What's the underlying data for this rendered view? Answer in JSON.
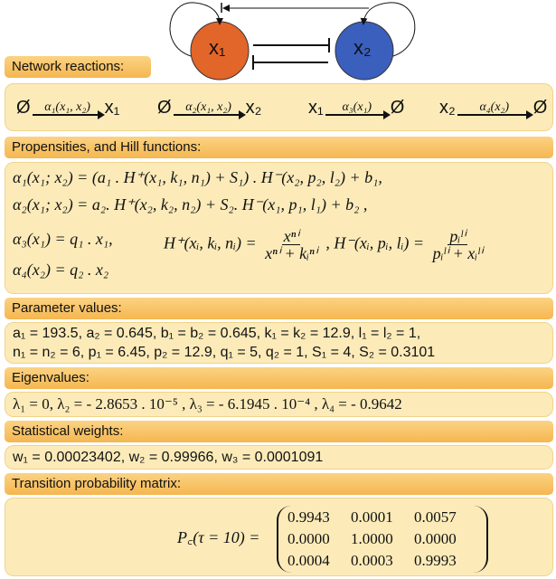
{
  "diagram": {
    "node1": "x₁",
    "node2": "x₂",
    "node1_color": "#e2652a",
    "node2_color": "#3a5fbd"
  },
  "reactions": {
    "header": "Network reactions:",
    "items": [
      {
        "from": "Ø",
        "rate": "α₁(x₁, x₂)",
        "to": "x₁"
      },
      {
        "from": "Ø",
        "rate": "α₂(x₁, x₂)",
        "to": "x₂"
      },
      {
        "from": "x₁",
        "rate": "α₃(x₁)",
        "to": "Ø"
      },
      {
        "from": "x₂",
        "rate": "α₄(x₂)",
        "to": "Ø"
      }
    ]
  },
  "propensities": {
    "header": "Propensities, and Hill functions:",
    "lines": [
      "α₁(x₁; x₂) = (a₁ . H⁺(x₁, k₁, n₁) + S₁) . H⁻(x₂, p₂, l₂) + b₁,",
      "α₂(x₁; x₂) = a₂. H⁺(x₂, k₂, n₂) + S₂. H⁻(x₁, p₁, l₁) + b₂ ,",
      "α₃(x₁) = q₁ . x₁,",
      "α₄(x₂) = q₂ . x₂"
    ],
    "hill_plus_lhs": "H⁺(xᵢ, kᵢ, nᵢ) =",
    "hill_plus_num": "xⁿⁱ",
    "hill_plus_den": "xⁿⁱ + kᵢⁿⁱ",
    "hill_minus_lhs": ", H⁻(xᵢ, pᵢ, lᵢ) =",
    "hill_minus_num": "pᵢˡⁱ",
    "hill_minus_den": "pᵢˡⁱ + xᵢˡⁱ"
  },
  "parameters": {
    "header": "Parameter values:",
    "lines": [
      "a₁ = 193.5,  a₂ = 0.645,  b₁ = b₂ = 0.645,  k₁ = k₂ = 12.9,  l₁ = l₂ = 1,",
      "n₁ = n₂ = 6,  p₁ = 6.45,  p₂ = 12.9,  q₁ = 5,  q₂ = 1,  S₁ = 4,  S₂ = 0.3101"
    ]
  },
  "eigenvalues": {
    "header": "Eigenvalues:",
    "text": "λ₁ = 0,  λ₂ = - 2.8653 . 10⁻⁵ ,  λ₃ = - 6.1945 . 10⁻⁴ ,  λ₄ = - 0.9642"
  },
  "weights": {
    "header": "Statistical weights:",
    "text": "w₁ = 0.00023402,  w₂ = 0.99966,  w₃ = 0.0001091"
  },
  "transition": {
    "header": "Transition probability matrix:",
    "lhs": "P꜀(τ = 10) =",
    "matrix": [
      [
        "0.9943",
        "0.0001",
        "0.0057"
      ],
      [
        "0.0000",
        "1.0000",
        "0.0000"
      ],
      [
        "0.0004",
        "0.0003",
        "0.9993"
      ]
    ]
  }
}
